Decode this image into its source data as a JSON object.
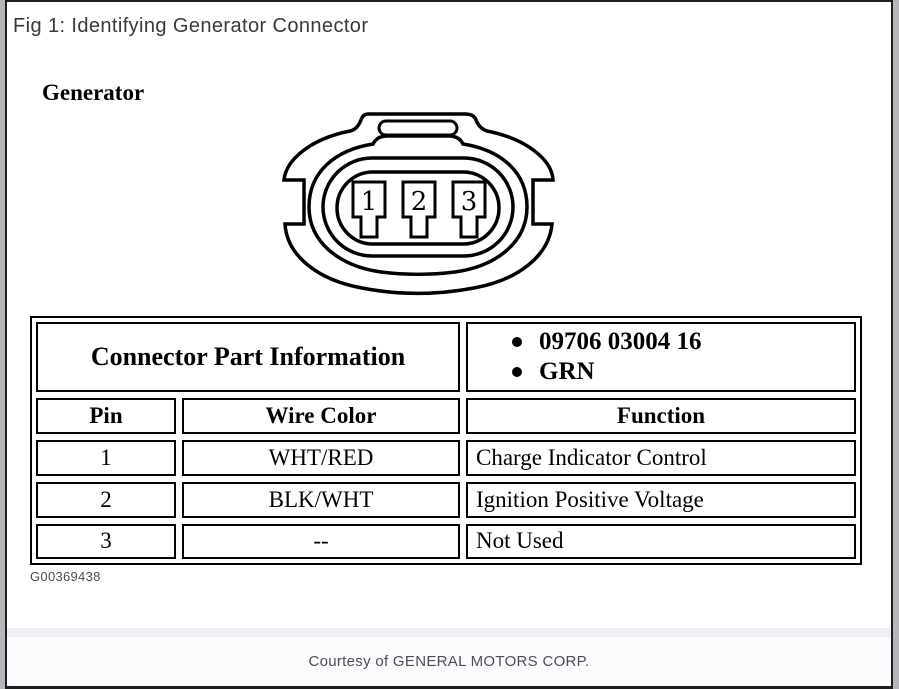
{
  "page": {
    "title": "Fig 1: Identifying Generator Connector",
    "generator_label": "Generator",
    "graphic_id": "G00369438",
    "footer": "Courtesy of GENERAL MOTORS CORP."
  },
  "connector": {
    "pins": [
      "1",
      "2",
      "3"
    ]
  },
  "table": {
    "part_info_header": "Connector Part Information",
    "part_info_items": [
      "09706 03004 16",
      "GRN"
    ],
    "columns": [
      "Pin",
      "Wire Color",
      "Function"
    ],
    "rows": [
      {
        "pin": "1",
        "wire_color": "WHT/RED",
        "function": "Charge Indicator Control"
      },
      {
        "pin": "2",
        "wire_color": "BLK/WHT",
        "function": "Ignition Positive Voltage"
      },
      {
        "pin": "3",
        "wire_color": "--",
        "function": "Not Used"
      }
    ]
  },
  "colors": {
    "line": "#000000",
    "title_text": "#36393e",
    "footer_band": "#edeff5",
    "window_border": "#1e1e1e",
    "page_margin": "#b4b6bc"
  }
}
